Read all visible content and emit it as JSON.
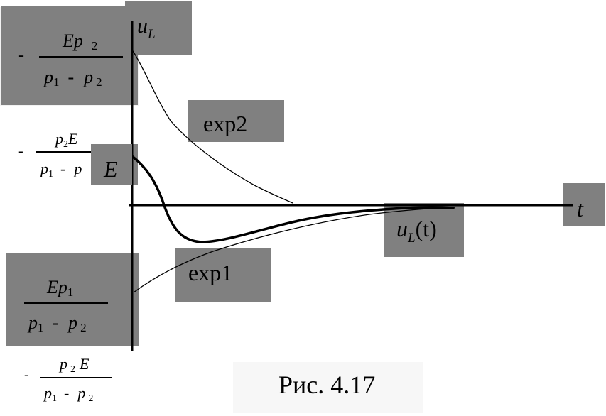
{
  "labels": {
    "axis_y": "u",
    "axis_y_sub": "L",
    "axis_t": "t",
    "curve_exp2": "exp2",
    "curve_exp1": "exp1",
    "curve_ul_base": "u",
    "curve_ul_sub": "L",
    "curve_ul_arg": "(t)",
    "start_value": "E"
  },
  "formulas": {
    "top": {
      "sign": "-",
      "num_a": "Ep",
      "num_sub": "2",
      "den_a": "p",
      "den_a_sub": "1",
      "den_minus": "-",
      "den_b": "p",
      "den_b_sub": "2"
    },
    "mid": {
      "sign": "-",
      "num_a": "p",
      "num_a_sub": "2",
      "num_b": "E",
      "den_a": "p",
      "den_a_sub": "1",
      "den_minus": "-",
      "den_b": "p"
    },
    "lower": {
      "num_a": "Ep",
      "num_sub": "1",
      "den_a": "p",
      "den_a_sub": "1",
      "den_minus": "-",
      "den_b": "p",
      "den_b_sub": "2"
    },
    "bottom": {
      "sign": "-",
      "num_a": "p",
      "num_a_sub": "2",
      "num_b": "E",
      "den_a": "p",
      "den_a_sub": "1",
      "den_minus": "-",
      "den_b": "p",
      "den_b_sub": "2"
    }
  },
  "caption": "Рис. 4.17"
}
